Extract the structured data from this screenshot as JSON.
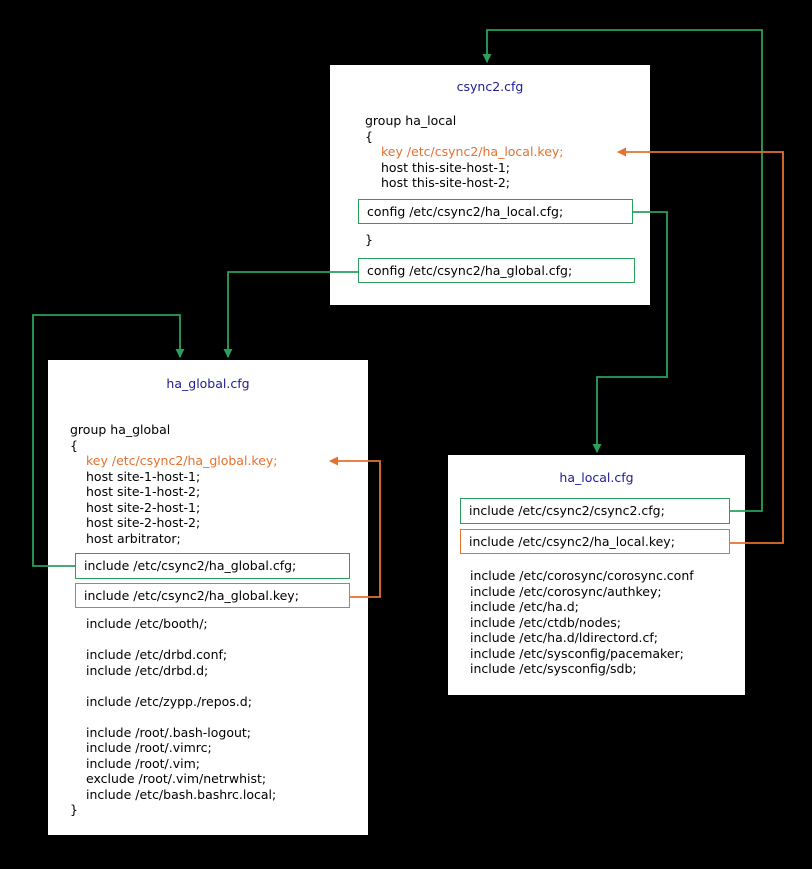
{
  "colors": {
    "background": "#000000",
    "panel": "#ffffff",
    "title_text": "#1c1c94",
    "code_text": "#000000",
    "green_accent": "#2aa05c",
    "orange_accent": "#e5712e"
  },
  "boxes": {
    "csync2": {
      "title": "csync2.cfg",
      "group": "group ha_local",
      "brace_open": "{",
      "key": "key /etc/csync2/ha_local.key;",
      "host_1": "host this-site-host-1;",
      "host_2": "host this-site-host-2;",
      "config_local": "config /etc/csync2/ha_local.cfg;",
      "brace_close": "}",
      "config_global": "config /etc/csync2/ha_global.cfg;"
    },
    "ha_global": {
      "title": "ha_global.cfg",
      "group": "group ha_global",
      "brace_open": "{",
      "key": "key /etc/csync2/ha_global.key;",
      "host_1": "host site-1-host-1;",
      "host_2": "host site-1-host-2;",
      "host_3": "host site-2-host-1;",
      "host_4": "host site-2-host-2;",
      "host_5": "host arbitrator;",
      "include_cfg": "include /etc/csync2/ha_global.cfg;",
      "include_key": "include /etc/csync2/ha_global.key;",
      "include_booth": "include /etc/booth/;",
      "include_drbd_conf": "include /etc/drbd.conf;",
      "include_drbd_d": "include /etc/drbd.d;",
      "include_zypp": "include /etc/zypp./repos.d;",
      "include_bash_logout": "include /root/.bash-logout;",
      "include_vimrc": "include /root/.vimrc;",
      "include_vim": "include /root/.vim;",
      "exclude_netrwhist": "exclude /root/.vim/netrwhist;",
      "include_bashrc_local": "include /etc/bash.bashrc.local;",
      "brace_close": "}"
    },
    "ha_local": {
      "title": "ha_local.cfg",
      "include_csync2": "include /etc/csync2/csync2.cfg;",
      "include_key": "include /etc/csync2/ha_local.key;",
      "include_corosync_conf": "include /etc/corosync/corosync.conf",
      "include_authkey": "include /etc/corosync/authkey;",
      "include_ha_d": "include /etc/ha.d;",
      "include_ctdb_nodes": "include /etc/ctdb/nodes;",
      "include_ldirectord": "include /etc/ha.d/ldirectord.cf;",
      "include_pacemaker": "include /etc/sysconfig/pacemaker;",
      "include_sdb": "include /etc/sysconfig/sdb;"
    }
  },
  "connections": [
    {
      "from": "ha_local.include_csync2",
      "to": "csync2.cfg file",
      "color": "green"
    },
    {
      "from": "csync2.config_local",
      "to": "ha_local.cfg file",
      "color": "green"
    },
    {
      "from": "csync2.config_global",
      "to": "ha_global.cfg file",
      "color": "green"
    },
    {
      "from": "ha_global.include_cfg",
      "to": "ha_global.cfg file",
      "color": "green"
    },
    {
      "from": "ha_local.include_key",
      "to": "csync2.key",
      "color": "orange"
    },
    {
      "from": "ha_global.include_key",
      "to": "ha_global.key",
      "color": "orange"
    }
  ]
}
